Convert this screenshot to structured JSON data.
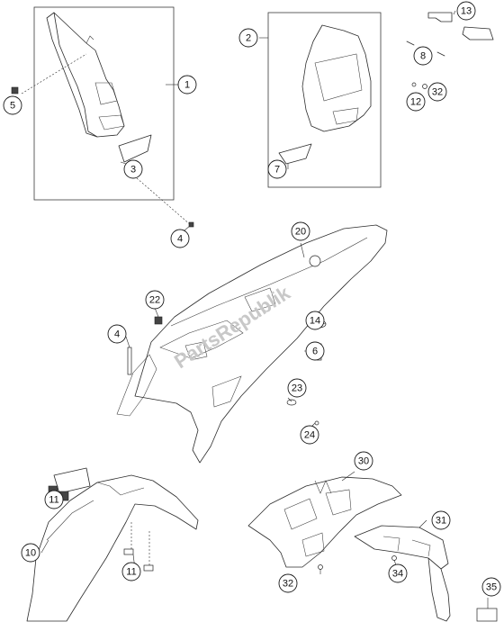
{
  "diagram": {
    "watermark": "PartsRepublik",
    "callouts": [
      "1",
      "2",
      "3",
      "4",
      "5",
      "7",
      "8",
      "12",
      "13",
      "32",
      "20",
      "22",
      "4",
      "14",
      "6",
      "23",
      "24",
      "30",
      "11",
      "10",
      "11",
      "31",
      "32",
      "34",
      "35"
    ]
  }
}
